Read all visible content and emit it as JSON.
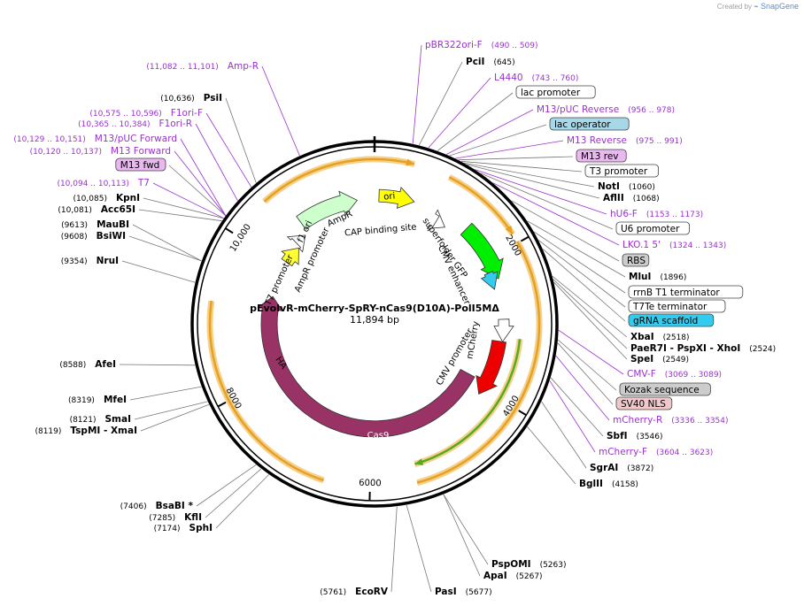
{
  "credit": {
    "prefix": "Created by",
    "brand": "SnapGene"
  },
  "plasmid": {
    "name": "pEvolvR-mCherry-SpRY-nCas9(D10A)-PolI5MΔ",
    "size": "11,894 bp",
    "length": 11894
  },
  "ticks": [
    "2000",
    "4000",
    "6000",
    "8000",
    "10,000"
  ],
  "features": [
    {
      "name": "ori",
      "color": "#ffff00",
      "text_color": "#000000"
    },
    {
      "name": "AmpR",
      "color": "#ccffcc",
      "text_color": "#000000"
    },
    {
      "name": "f1 ori",
      "color": "#ffff33",
      "text_color": "#000000"
    },
    {
      "name": "AmpR promoter",
      "color": "#ffffff",
      "text_color": "#000000"
    },
    {
      "name": "T7 promoter",
      "color": "#ffffff",
      "text_color": "#000000"
    },
    {
      "name": "CAP binding site",
      "color": "#ffffff",
      "text_color": "#000000"
    },
    {
      "name": "superfolder GFP",
      "color": "#00ee00",
      "text_color": "#000000"
    },
    {
      "name": "CMV enhancer",
      "color": "#33ccee",
      "text_color": "#000000"
    },
    {
      "name": "CMV promoter",
      "color": "#ffffff",
      "text_color": "#000000"
    },
    {
      "name": "mCherry",
      "color": "#ee0000",
      "text_color": "#000000"
    },
    {
      "name": "Cas9",
      "color": "#993366",
      "text_color": "#ffffff"
    },
    {
      "name": "HA",
      "color": "#993366",
      "text_color": "#000000"
    }
  ],
  "labels": [
    {
      "name": "pBR322ori-F",
      "range": "(490 .. 509)",
      "kind": "primer"
    },
    {
      "name": "PciI",
      "range": "(645)",
      "kind": "enzyme"
    },
    {
      "name": "L4440",
      "range": "(743 .. 760)",
      "kind": "primer"
    },
    {
      "name": "lac promoter",
      "range": "",
      "kind": "box",
      "fill": "#ffffff"
    },
    {
      "name": "M13/pUC Reverse",
      "range": "(956 .. 978)",
      "kind": "primer"
    },
    {
      "name": "lac operator",
      "range": "",
      "kind": "box",
      "fill": "#a6d8e8"
    },
    {
      "name": "M13 Reverse",
      "range": "(975 .. 991)",
      "kind": "primer"
    },
    {
      "name": "M13 rev",
      "range": "",
      "kind": "box",
      "fill": "#e8b8ee"
    },
    {
      "name": "T3 promoter",
      "range": "",
      "kind": "box",
      "fill": "#ffffff"
    },
    {
      "name": "NotI",
      "range": "(1060)",
      "kind": "enzyme"
    },
    {
      "name": "AflII",
      "range": "(1068)",
      "kind": "enzyme"
    },
    {
      "name": "hU6-F",
      "range": "(1153 .. 1173)",
      "kind": "primer"
    },
    {
      "name": "U6 promoter",
      "range": "",
      "kind": "box",
      "fill": "#ffffff"
    },
    {
      "name": "LKO.1 5'",
      "range": "(1324 .. 1343)",
      "kind": "primer"
    },
    {
      "name": "RBS",
      "range": "",
      "kind": "box",
      "fill": "#cccccc"
    },
    {
      "name": "MluI",
      "range": "(1896)",
      "kind": "enzyme"
    },
    {
      "name": "rrnB T1 terminator",
      "range": "",
      "kind": "box",
      "fill": "#ffffff"
    },
    {
      "name": "T7Te terminator",
      "range": "",
      "kind": "box",
      "fill": "#ffffff"
    },
    {
      "name": "gRNA scaffold",
      "range": "",
      "kind": "box",
      "fill": "#33ccee"
    },
    {
      "name": "XbaI",
      "range": "(2518)",
      "kind": "enzyme"
    },
    {
      "name": "PaeR7I - PspXI - XhoI",
      "range": "(2524)",
      "kind": "enzyme"
    },
    {
      "name": "SpeI",
      "range": "(2549)",
      "kind": "enzyme"
    },
    {
      "name": "CMV-F",
      "range": "(3069 .. 3089)",
      "kind": "primer"
    },
    {
      "name": "Kozak sequence",
      "range": "",
      "kind": "box",
      "fill": "#cccccc"
    },
    {
      "name": "SV40 NLS",
      "range": "",
      "kind": "box",
      "fill": "#f0c8cc"
    },
    {
      "name": "mCherry-R",
      "range": "(3336 .. 3354)",
      "kind": "primer"
    },
    {
      "name": "SbfI",
      "range": "(3546)",
      "kind": "enzyme"
    },
    {
      "name": "mCherry-F",
      "range": "(3604 .. 3623)",
      "kind": "primer"
    },
    {
      "name": "SgrAI",
      "range": "(3872)",
      "kind": "enzyme"
    },
    {
      "name": "BglII",
      "range": "(4158)",
      "kind": "enzyme"
    },
    {
      "name": "PspOMI",
      "range": "(5263)",
      "kind": "enzyme"
    },
    {
      "name": "ApaI",
      "range": "(5267)",
      "kind": "enzyme"
    },
    {
      "name": "PasI",
      "range": "(5677)",
      "kind": "enzyme"
    },
    {
      "name": "EcoRV",
      "range": "(5761)",
      "kind": "enzyme"
    },
    {
      "name": "SphI",
      "range": "(7174)",
      "kind": "enzyme"
    },
    {
      "name": "KflI",
      "range": "(7285)",
      "kind": "enzyme"
    },
    {
      "name": "BsaBI *",
      "range": "(7406)",
      "kind": "enzyme"
    },
    {
      "name": "TspMI - XmaI",
      "range": "(8119)",
      "kind": "enzyme"
    },
    {
      "name": "SmaI",
      "range": "(8121)",
      "kind": "enzyme"
    },
    {
      "name": "MfeI",
      "range": "(8319)",
      "kind": "enzyme"
    },
    {
      "name": "AfeI",
      "range": "(8588)",
      "kind": "enzyme"
    },
    {
      "name": "NruI",
      "range": "(9354)",
      "kind": "enzyme"
    },
    {
      "name": "BsiWI",
      "range": "(9608)",
      "kind": "enzyme"
    },
    {
      "name": "MauBI",
      "range": "(9613)",
      "kind": "enzyme"
    },
    {
      "name": "Acc65I",
      "range": "(10,081)",
      "kind": "enzyme"
    },
    {
      "name": "KpnI",
      "range": "(10,085)",
      "kind": "enzyme"
    },
    {
      "name": "T7",
      "range": "(10,094 .. 10,113)",
      "kind": "primer"
    },
    {
      "name": "M13 fwd",
      "range": "",
      "kind": "box",
      "fill": "#e8b8ee"
    },
    {
      "name": "M13 Forward",
      "range": "(10,120 .. 10,137)",
      "kind": "primer"
    },
    {
      "name": "M13/pUC Forward",
      "range": "(10,129 .. 10,151)",
      "kind": "primer"
    },
    {
      "name": "F1ori-R",
      "range": "(10,365 .. 10,384)",
      "kind": "primer"
    },
    {
      "name": "F1ori-F",
      "range": "(10,575 .. 10,596)",
      "kind": "primer"
    },
    {
      "name": "PsiI",
      "range": "(10,636)",
      "kind": "enzyme"
    },
    {
      "name": "Amp-R",
      "range": "(11,082 .. 11,101)",
      "kind": "primer"
    }
  ],
  "colors": {
    "primer": "#9933cc",
    "enzyme": "#000000",
    "backbone": "#000000",
    "orf_halo": "#f5d08a",
    "orf_line": "#e8a020",
    "orf_green": "#55aa22"
  }
}
